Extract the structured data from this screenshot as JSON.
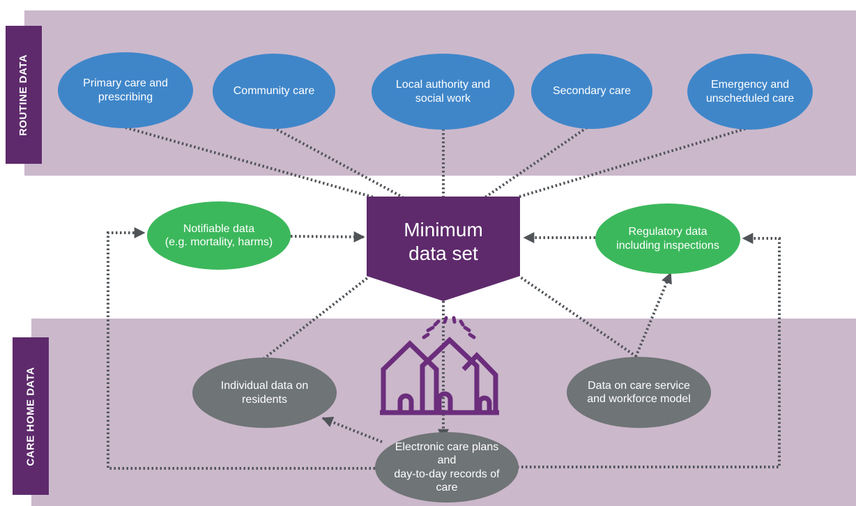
{
  "bands": {
    "routine": {
      "label": "ROUTINE DATA"
    },
    "care_home": {
      "label": "CARE HOME DATA"
    }
  },
  "routine_sources": [
    {
      "label": "Primary care and\nprescribing"
    },
    {
      "label": "Community care"
    },
    {
      "label": "Local authority and\nsocial work"
    },
    {
      "label": "Secondary care"
    },
    {
      "label": "Emergency and\nunscheduled care"
    }
  ],
  "notifiable": {
    "label": "Notifiable data\n(e.g. mortality, harms)"
  },
  "regulatory": {
    "label": "Regulatory data\nincluding inspections"
  },
  "minimum_data_set": {
    "label": "Minimum\ndata set"
  },
  "care_home_sources": {
    "individual": {
      "label": "Individual data on\nresidents"
    },
    "workforce": {
      "label": "Data on care service\nand workforce model"
    },
    "care_plans": {
      "label": "Electronic care plans and\nday-to-day records of care"
    }
  },
  "colors": {
    "band": "#cbb8cb",
    "band_label": "#5e2a6c",
    "mds": "#5e2a6c",
    "blue": "#3f86c9",
    "green": "#3cb85c",
    "grey": "#6f7476",
    "connector": "#505458",
    "home_icon": "#6b2d7c"
  },
  "icons": {
    "care_homes": "houses-with-signal-icon"
  }
}
